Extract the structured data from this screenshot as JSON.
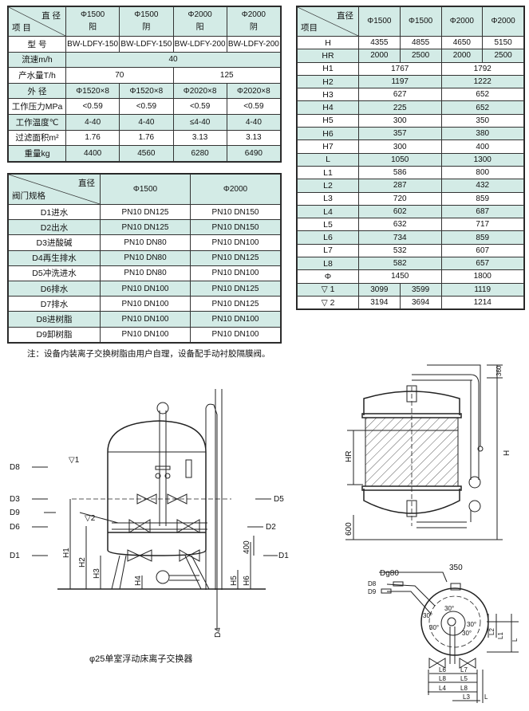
{
  "spec_table": {
    "corner_top": "直 径",
    "corner_bottom": "项 目",
    "columns": [
      "Φ1500\n阳",
      "Φ1500\n阴",
      "Φ2000\n阳",
      "Φ2000\n阴"
    ],
    "rows": [
      {
        "label": "型 号",
        "values": [
          "BW-LDFY-150",
          "BW-LDFY-150",
          "BW-LDFY-200",
          "BW-LDFY-200"
        ]
      },
      {
        "label": "流速m/h",
        "values": [
          "40"
        ]
      },
      {
        "label": "产水量T/h",
        "values": [
          "70",
          "125"
        ]
      },
      {
        "label": "外 径",
        "values": [
          "Φ1520×8",
          "Φ1520×8",
          "Φ2020×8",
          "Φ2020×8"
        ]
      },
      {
        "label": "工作压力MPa",
        "values": [
          "<0.59",
          "<0.59",
          "<0.59",
          "<0.59"
        ]
      },
      {
        "label": "工作温度℃",
        "values": [
          "4-40",
          "4-40",
          "≤4-40",
          "4-40"
        ]
      },
      {
        "label": "过滤面积m²",
        "values": [
          "1.76",
          "1.76",
          "3.13",
          "3.13"
        ]
      },
      {
        "label": "重量kg",
        "values": [
          "4400",
          "4560",
          "6280",
          "6490"
        ]
      }
    ]
  },
  "valve_table": {
    "corner_top": "直径",
    "corner_bottom": "阀门规格",
    "columns": [
      "Φ1500",
      "Φ2000"
    ],
    "rows": [
      {
        "label": "D1进水",
        "values": [
          "PN10 DN125",
          "PN10 DN150"
        ]
      },
      {
        "label": "D2出水",
        "values": [
          "PN10 DN125",
          "PN10 DN150"
        ]
      },
      {
        "label": "D3进酸碱",
        "values": [
          "PN10 DN80",
          "PN10 DN100"
        ]
      },
      {
        "label": "D4再生排水",
        "values": [
          "PN10 DN80",
          "PN10 DN125"
        ]
      },
      {
        "label": "D5冲洗进水",
        "values": [
          "PN10 DN80",
          "PN10 DN100"
        ]
      },
      {
        "label": "D6排水",
        "values": [
          "PN10 DN100",
          "PN10 DN125"
        ]
      },
      {
        "label": "D7排水",
        "values": [
          "PN10 DN100",
          "PN10 DN125"
        ]
      },
      {
        "label": "D8进树脂",
        "values": [
          "PN10 DN100",
          "PN10 DN100"
        ]
      },
      {
        "label": "D9卸树脂",
        "values": [
          "PN10 DN100",
          "PN10 DN100"
        ]
      }
    ]
  },
  "note": "注：设备内装离子交换树脂由用户自理，设备配手动衬胶隔膜阀。",
  "dim_table": {
    "corner_top": "直径",
    "corner_bottom": "项目",
    "columns": [
      "Φ1500",
      "Φ1500",
      "Φ2000",
      "Φ2000"
    ],
    "rows": [
      {
        "label": "H",
        "values": [
          "4355",
          "4855",
          "4650",
          "5150"
        ]
      },
      {
        "label": "HR",
        "values": [
          "2000",
          "2500",
          "2000",
          "2500"
        ]
      },
      {
        "label": "H1",
        "values": [
          "1767",
          "1792"
        ]
      },
      {
        "label": "H2",
        "values": [
          "1197",
          "1222"
        ]
      },
      {
        "label": "H3",
        "values": [
          "627",
          "652"
        ]
      },
      {
        "label": "H4",
        "values": [
          "225",
          "652"
        ]
      },
      {
        "label": "H5",
        "values": [
          "300",
          "350"
        ]
      },
      {
        "label": "H6",
        "values": [
          "357",
          "380"
        ]
      },
      {
        "label": "H7",
        "values": [
          "300",
          "400"
        ]
      },
      {
        "label": "L",
        "values": [
          "1050",
          "1300"
        ]
      },
      {
        "label": "L1",
        "values": [
          "586",
          "800"
        ]
      },
      {
        "label": "L2",
        "values": [
          "287",
          "432"
        ]
      },
      {
        "label": "L3",
        "values": [
          "720",
          "859"
        ]
      },
      {
        "label": "L4",
        "values": [
          "602",
          "687"
        ]
      },
      {
        "label": "L5",
        "values": [
          "632",
          "717"
        ]
      },
      {
        "label": "L6",
        "values": [
          "734",
          "859"
        ]
      },
      {
        "label": "L7",
        "values": [
          "532",
          "607"
        ]
      },
      {
        "label": "L8",
        "values": [
          "582",
          "657"
        ]
      },
      {
        "label": "Φ",
        "values": [
          "1450",
          "1800"
        ]
      },
      {
        "label": "▽   1",
        "values": [
          "3099",
          "3599",
          "1119"
        ]
      },
      {
        "label": "▽   2",
        "values": [
          "3194",
          "3694",
          "1214"
        ]
      }
    ]
  },
  "left_drawing": {
    "caption": "φ25单室浮动床离子交换器",
    "labels": {
      "d8": "D8",
      "lvl1": "▽1",
      "d3": "D3",
      "d9": "D9",
      "lvl2": "▽2",
      "d6": "D6",
      "d1": "D1",
      "d5": "D5",
      "d2": "D2",
      "d1r": "D1",
      "h1": "H1",
      "h2": "H2",
      "h3": "H3",
      "h4": "H4",
      "h5": "H5",
      "h6": "H6",
      "d400": "400",
      "d4": "D4"
    }
  },
  "right_drawing": {
    "labels": {
      "d360": "360",
      "h": "H",
      "hr": "HR",
      "d600": "600",
      "dg80": "Dg80",
      "d350": "350",
      "d8": "D8",
      "d9": "D9",
      "a1": "30°",
      "a2": "30°",
      "a3": "30°",
      "a4": "30°",
      "a5": "30°",
      "l2": "L2",
      "l1": "L1",
      "lr": "L",
      "l6": "L6",
      "l7": "L7",
      "l8": "L8",
      "l5": "L5",
      "l4": "L4",
      "l8b": "L8",
      "l3": "L3",
      "lb": "L"
    }
  },
  "colors": {
    "row_shade": "#d3ebe6",
    "border": "#333333"
  }
}
